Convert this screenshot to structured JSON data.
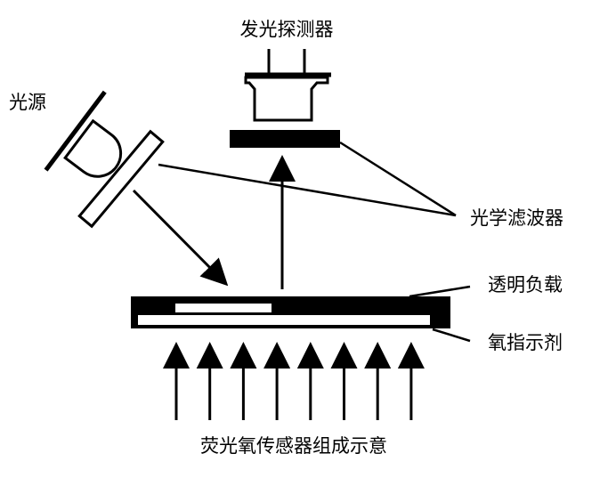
{
  "labels": {
    "detector": "发光探测器",
    "light_source": "光源",
    "filter": "光学滤波器",
    "transparent_carrier": "透明负载",
    "oxygen_indicator": "氧指示剂",
    "caption": "荧光氧传感器组成示意"
  },
  "colors": {
    "ink": "#000000",
    "paper": "#ffffff"
  },
  "components": [
    {
      "name": "light-source",
      "icon": "led-bulb-icon"
    },
    {
      "name": "detector",
      "icon": "photodetector-icon"
    },
    {
      "name": "filter",
      "icon": "filter-plate-icon"
    },
    {
      "name": "sensor-stack",
      "icon": "sensor-layer-icon"
    }
  ],
  "incoming_arrow_count": 8
}
